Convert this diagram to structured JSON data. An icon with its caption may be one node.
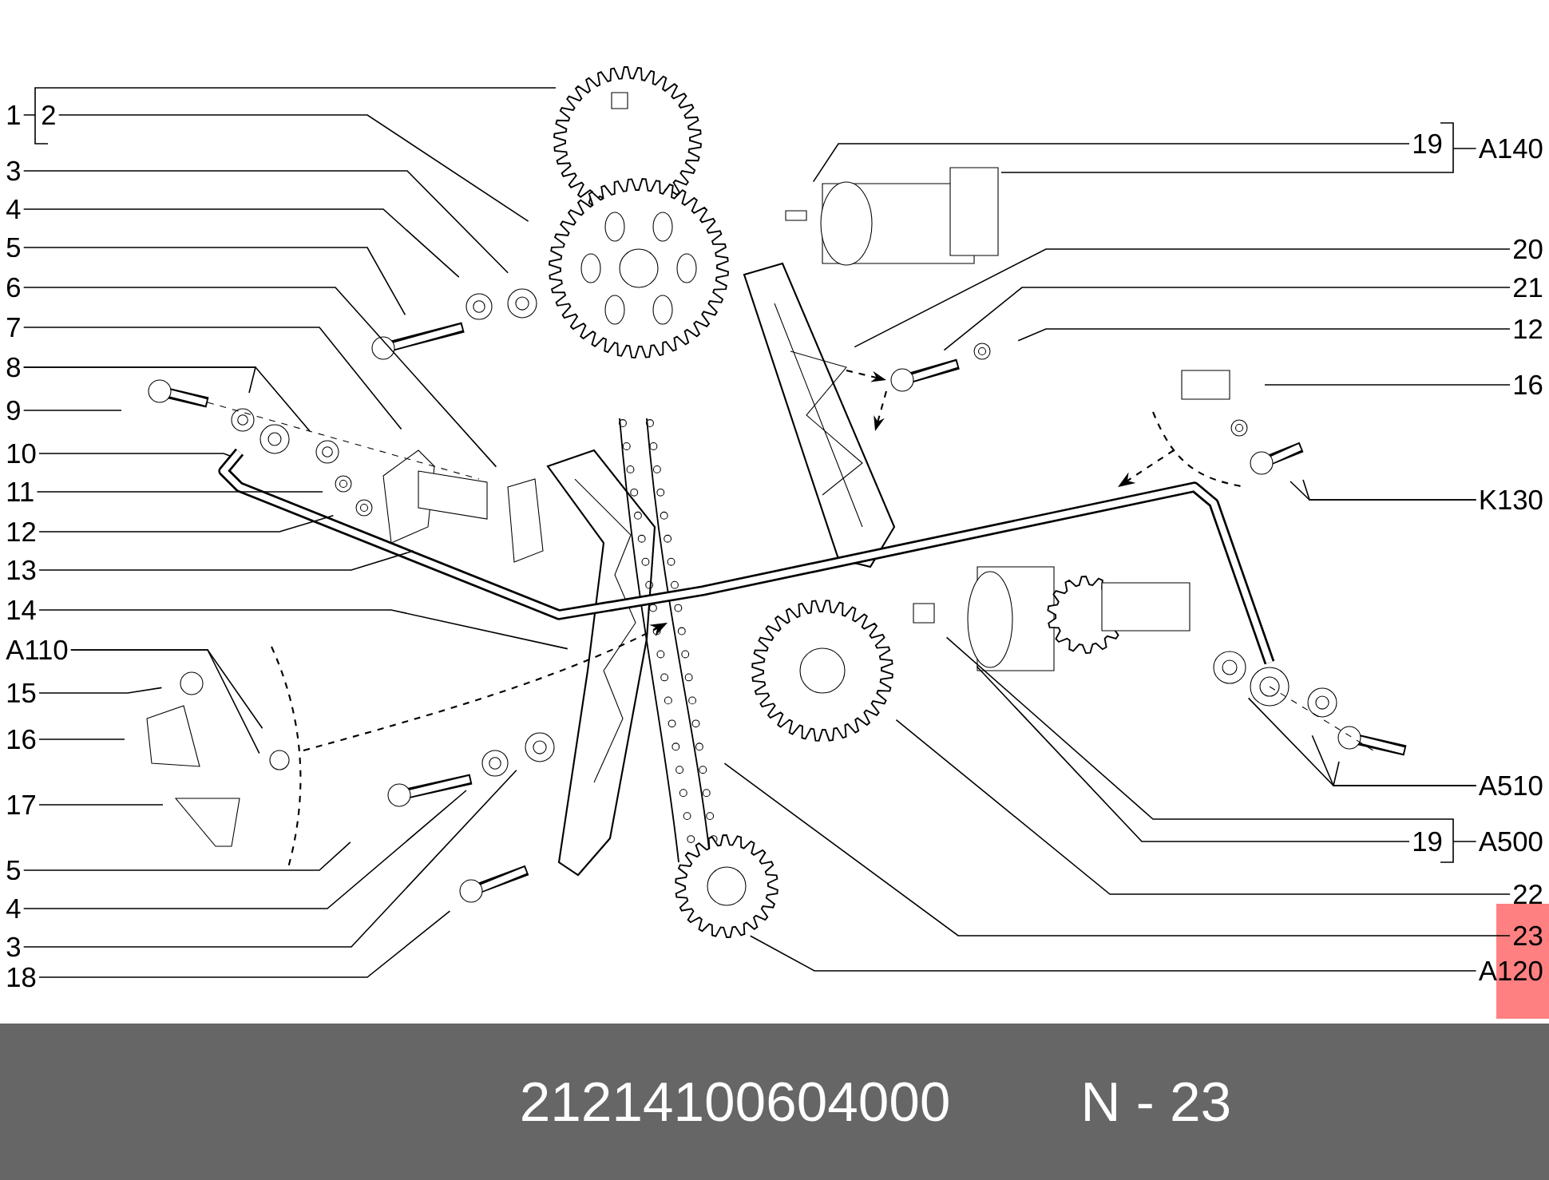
{
  "diagram": {
    "nodes": [
      {
        "text": [
          "1"
        ]
      },
      {
        "text": [
          "2"
        ]
      },
      {
        "text": [
          "3"
        ]
      },
      {
        "text": [
          "4"
        ]
      },
      {
        "text": [
          "5"
        ]
      },
      {
        "text": [
          "6"
        ]
      },
      {
        "text": [
          "7"
        ]
      },
      {
        "text": [
          "8"
        ]
      },
      {
        "text": [
          "9"
        ]
      },
      {
        "text": [
          "10"
        ]
      },
      {
        "text": [
          "11"
        ]
      },
      {
        "text": [
          "12"
        ]
      },
      {
        "text": [
          "13"
        ]
      },
      {
        "text": [
          "14"
        ]
      },
      {
        "text": [
          "A110"
        ]
      },
      {
        "text": [
          "15"
        ]
      },
      {
        "text": [
          "16"
        ]
      },
      {
        "text": [
          "17"
        ]
      },
      {
        "text": [
          "5"
        ]
      },
      {
        "text": [
          "4"
        ]
      },
      {
        "text": [
          "3"
        ]
      },
      {
        "text": [
          "18"
        ]
      },
      {
        "text": [
          "19"
        ]
      },
      {
        "text": [
          "A140"
        ]
      },
      {
        "text": [
          "20"
        ]
      },
      {
        "text": [
          "21"
        ]
      },
      {
        "text": [
          "12"
        ]
      },
      {
        "text": [
          "16"
        ]
      },
      {
        "text": [
          "K130"
        ]
      },
      {
        "text": [
          "A510"
        ]
      },
      {
        "text": [
          "19"
        ]
      },
      {
        "text": [
          "A500"
        ]
      },
      {
        "text": [
          "22"
        ]
      },
      {
        "text": [
          "23"
        ]
      },
      {
        "text": [
          "A120"
        ]
      }
    ],
    "edges": [
      {
        "from": 0,
        "to": null,
        "arrow": "none"
      },
      {
        "from": 1,
        "to": null,
        "arrow": "none"
      },
      {
        "from": 2,
        "to": null,
        "arrow": "none"
      },
      {
        "from": 3,
        "to": null,
        "arrow": "none"
      },
      {
        "from": 4,
        "to": null,
        "arrow": "none"
      },
      {
        "from": 5,
        "to": null,
        "arrow": "none"
      },
      {
        "from": 6,
        "to": null,
        "arrow": "none"
      },
      {
        "from": 7,
        "to": null,
        "arrow": "none"
      },
      {
        "from": 7,
        "to": null,
        "arrow": "none"
      },
      {
        "from": 8,
        "to": null,
        "arrow": "none"
      },
      {
        "from": 9,
        "to": null,
        "arrow": "none"
      },
      {
        "from": 10,
        "to": null,
        "arrow": "none"
      },
      {
        "from": 11,
        "to": null,
        "arrow": "none"
      },
      {
        "from": 12,
        "to": null,
        "arrow": "none"
      },
      {
        "from": 13,
        "to": null,
        "arrow": "none"
      },
      {
        "from": 14,
        "to": null,
        "arrow": "none"
      },
      {
        "from": 14,
        "to": null,
        "arrow": "none"
      },
      {
        "from": 15,
        "to": null,
        "arrow": "none"
      },
      {
        "from": 16,
        "to": null,
        "arrow": "none"
      },
      {
        "from": 17,
        "to": null,
        "arrow": "none"
      },
      {
        "from": 18,
        "to": null,
        "arrow": "none"
      },
      {
        "from": 19,
        "to": null,
        "arrow": "none"
      },
      {
        "from": 20,
        "to": null,
        "arrow": "none"
      },
      {
        "from": 21,
        "to": null,
        "arrow": "none"
      },
      {
        "from": 22,
        "to": null,
        "arrow": "none"
      },
      {
        "from": 23,
        "to": null,
        "arrow": "none"
      },
      {
        "from": 24,
        "to": null,
        "arrow": "none"
      },
      {
        "from": 25,
        "to": null,
        "arrow": "none"
      },
      {
        "from": 26,
        "to": null,
        "arrow": "none"
      },
      {
        "from": 27,
        "to": null,
        "arrow": "none"
      },
      {
        "from": 28,
        "to": null,
        "arrow": "none"
      },
      {
        "from": 28,
        "to": null,
        "arrow": "none"
      },
      {
        "from": 29,
        "to": null,
        "arrow": "none"
      },
      {
        "from": 29,
        "to": null,
        "arrow": "none"
      },
      {
        "from": 29,
        "to": null,
        "arrow": "none"
      },
      {
        "from": 30,
        "to": null,
        "arrow": "none"
      },
      {
        "from": 31,
        "to": null,
        "arrow": "none"
      },
      {
        "from": 32,
        "to": null,
        "arrow": "none"
      },
      {
        "from": 33,
        "to": null,
        "arrow": "none"
      },
      {
        "from": 34,
        "to": null,
        "arrow": "none"
      }
    ],
    "labels": [
      "21214100604000",
      "N - 23"
    ]
  }
}
